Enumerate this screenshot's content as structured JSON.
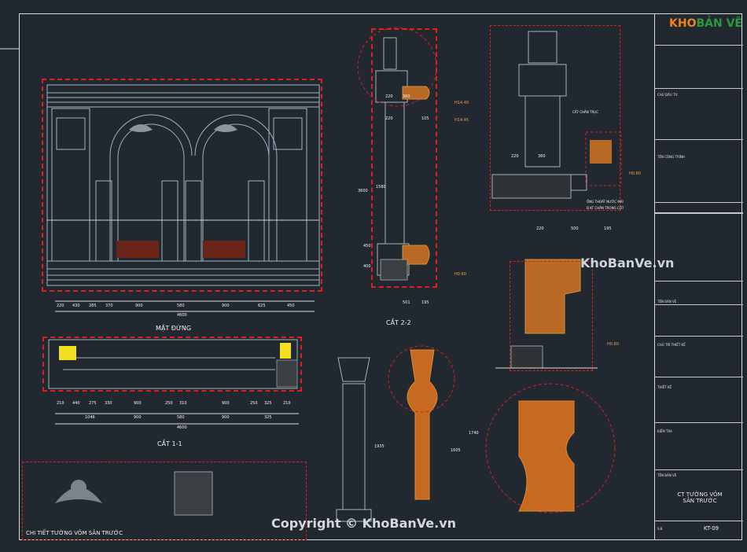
{
  "logo": {
    "part1": "KHO",
    "part2": "BẢN VẼ"
  },
  "watermark_main": "KhoBanVe.vn",
  "copyright": "Copyright © KhoBanVe.vn",
  "titles": {
    "elevation": "MẶT ĐỨNG",
    "section22": "CẮT 2-2",
    "section11": "CẮT 1-1",
    "detail": "CHI TIẾT TƯỜNG VÕM SÂN TRƯỚC"
  },
  "title_block": {
    "project_name": "CT TƯỜNG VÕM\nSÂN TRƯỚC",
    "sheet_no": "KT-09",
    "field_labels": [
      "CHỦ ĐẦU TƯ",
      "TÊN CÔNG TRÌNH",
      "TÊN BẢN VẼ",
      "CHỦ TRÌ THIẾT KẾ",
      "THIẾT KẾ",
      "KIỂM TRA",
      "TÊN BẢN VẼ",
      "S.B"
    ]
  },
  "elevation_dims": {
    "row1": [
      "220",
      "430",
      "285",
      "370",
      "900",
      "580",
      "900",
      "625",
      "450"
    ],
    "total": "4600"
  },
  "section11_dims": {
    "row1": [
      "210",
      "440",
      "275",
      "330",
      "900",
      "250",
      "310",
      "900",
      "250",
      "325",
      "210"
    ],
    "row2": [
      "1046",
      "900",
      "580",
      "900",
      "325"
    ],
    "total": "4600"
  },
  "section22_dims": [
    "220",
    "360",
    "105",
    "220",
    "501",
    "195",
    "1580",
    "3600",
    "450",
    "400"
  ],
  "levels": [
    "H14.40",
    "H14.45",
    "H0.80",
    "H0.80",
    "H0.60"
  ],
  "plan_dims": [
    "220",
    "360",
    "220",
    "500",
    "195",
    "1935",
    "1740",
    "1605"
  ],
  "notes": [
    "CẮT CHÂN TRỤC",
    "ỐNG THOÁT NƯỚC MÁI",
    "Đ.KT CHÂN TRONG CỘT"
  ]
}
